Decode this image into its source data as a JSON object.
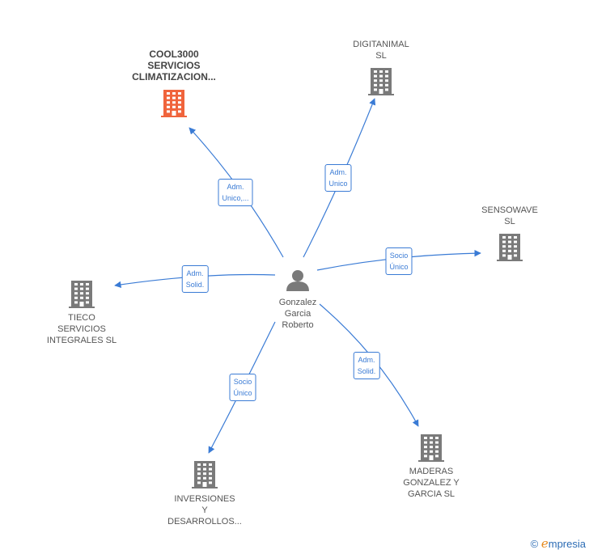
{
  "center": {
    "label": "Gonzalez\nGarcia\nRoberto",
    "icon": "person-icon"
  },
  "nodes": [
    {
      "id": "cool3000",
      "label": "COOL3000\nSERVICIOS\nCLIMATIZACION...",
      "highlight": true,
      "icon": "building-icon"
    },
    {
      "id": "digitanimal",
      "label": "DIGITANIMAL\nSL",
      "highlight": false,
      "icon": "building-icon"
    },
    {
      "id": "sensowave",
      "label": "SENSOWAVE\nSL",
      "highlight": false,
      "icon": "building-icon"
    },
    {
      "id": "tieco",
      "label": "TIECO\nSERVICIOS\nINTEGRALES SL",
      "highlight": false,
      "icon": "building-icon"
    },
    {
      "id": "inversiones",
      "label": "INVERSIONES\nY\nDESARROLLOS...",
      "highlight": false,
      "icon": "building-icon"
    },
    {
      "id": "maderas",
      "label": "MADERAS\nGONZALEZ Y\nGARCIA SL",
      "highlight": false,
      "icon": "building-icon"
    }
  ],
  "edges": [
    {
      "to": "cool3000",
      "label": "Adm.\nUnico,..."
    },
    {
      "to": "digitanimal",
      "label": "Adm.\nUnico"
    },
    {
      "to": "sensowave",
      "label": "Socio\nÚnico"
    },
    {
      "to": "tieco",
      "label": "Adm.\nSolid."
    },
    {
      "to": "inversiones",
      "label": "Socio\nÚnico"
    },
    {
      "to": "maderas",
      "label": "Adm.\nSolid."
    }
  ],
  "colors": {
    "edge": "#3a7bd5",
    "building": "#7a7a7a",
    "highlight": "#f0643c",
    "person": "#7a7a7a"
  },
  "brand": {
    "symbol": "©",
    "initial": "e",
    "rest": "mpresia"
  }
}
